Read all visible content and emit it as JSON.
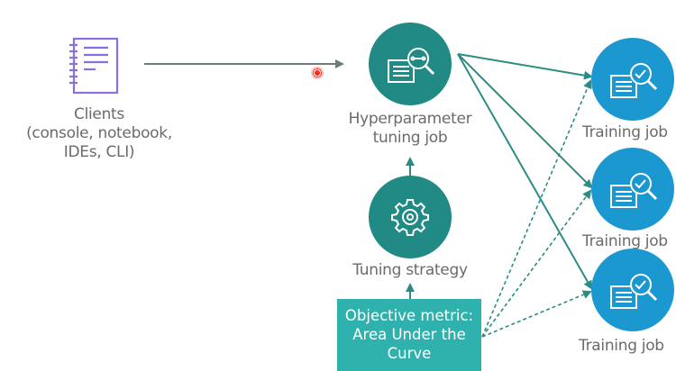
{
  "diagram": {
    "nodes": {
      "clients": {
        "icon": "notebook-icon",
        "label_lines": [
          "Clients",
          "(console, notebook,",
          "IDEs, CLI)"
        ]
      },
      "tuning_job": {
        "icon": "document-magnifier-wrench-icon",
        "label_lines": [
          "Hyperparameter",
          "tuning job"
        ]
      },
      "tuning_strategy": {
        "icon": "gear-icon",
        "label_lines": [
          "Tuning strategy"
        ]
      },
      "objective_metric": {
        "label_lines": [
          "Objective metric:",
          "Area Under the",
          "Curve"
        ]
      },
      "training_jobs": [
        {
          "icon": "document-magnifier-check-icon",
          "label": "Training job"
        },
        {
          "icon": "document-magnifier-check-icon",
          "label": "Training job"
        },
        {
          "icon": "document-magnifier-check-icon",
          "label": "Training job"
        }
      ]
    },
    "edges": [
      {
        "from": "clients",
        "to": "tuning_job",
        "style": "solid-gray"
      },
      {
        "from": "tuning_strategy",
        "to": "tuning_job",
        "style": "solid-teal"
      },
      {
        "from": "objective_metric",
        "to": "tuning_strategy",
        "style": "solid-teal"
      },
      {
        "from": "tuning_job",
        "to": "training_job_1",
        "style": "solid-teal"
      },
      {
        "from": "tuning_job",
        "to": "training_job_2",
        "style": "solid-teal"
      },
      {
        "from": "tuning_job",
        "to": "training_job_3",
        "style": "solid-teal"
      },
      {
        "from": "objective_metric",
        "to": "training_job_1",
        "style": "dashed-teal"
      },
      {
        "from": "objective_metric",
        "to": "training_job_2",
        "style": "dashed-teal"
      },
      {
        "from": "objective_metric",
        "to": "training_job_3",
        "style": "dashed-teal"
      }
    ],
    "colors": {
      "tuning_node": "#218a84",
      "training_node": "#1b98cf",
      "metric_box": "#2fb1ad",
      "edge_teal": "#2b8c86",
      "edge_gray": "#6f7a7a",
      "client_icon": "#8a6fe0",
      "label_text": "#6b6b6b"
    }
  }
}
